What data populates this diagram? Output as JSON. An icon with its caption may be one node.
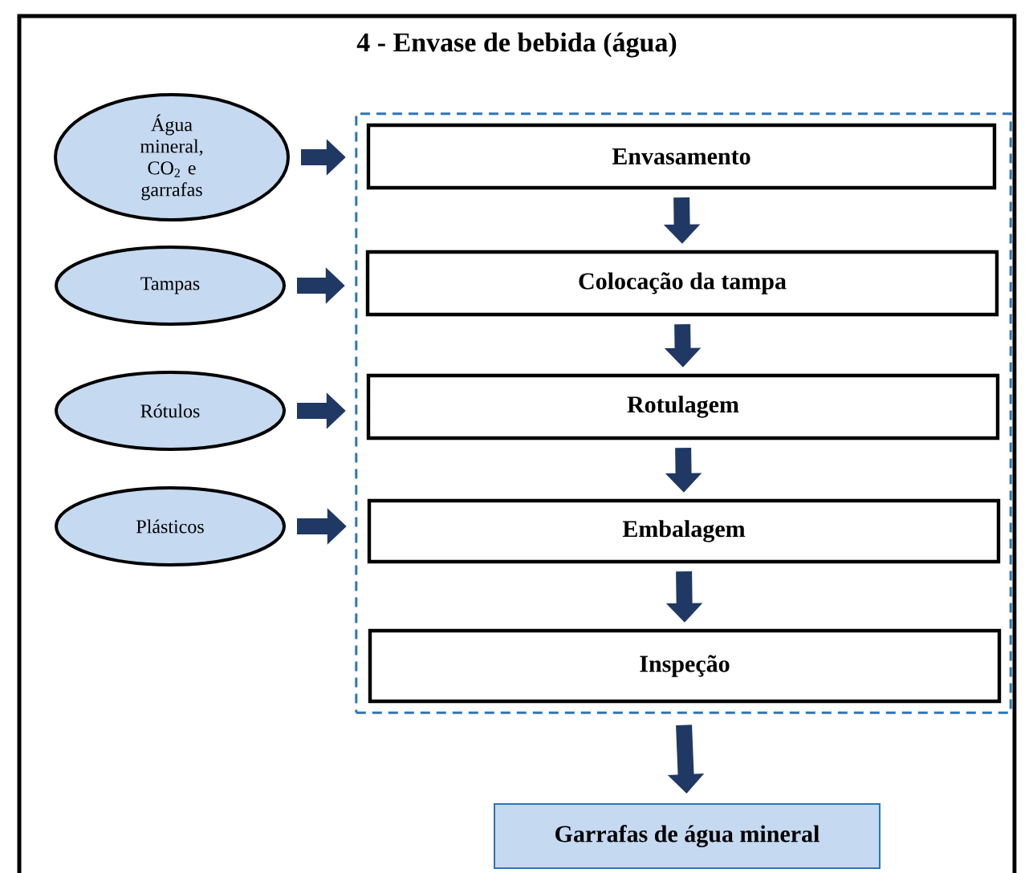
{
  "diagram": {
    "title": "4 - Envase de bebida (água)",
    "nodes": [
      {
        "text": [],
        "shape": "box"
      },
      {
        "text": [
          "Envasamento"
        ],
        "in": 0
      },
      {
        "text": [
          "Colocação da tampa"
        ],
        "in": 0
      },
      {
        "text": [
          "Rotulagem"
        ],
        "in": 0
      },
      {
        "text": [
          "Embalagem"
        ],
        "in": 0
      },
      {
        "text": [
          "Inspeção"
        ],
        "in": 0
      },
      {
        "text": [
          "Água mineral, CO$_{2}$ e garrafas"
        ]
      },
      {
        "text": [
          "Tampas"
        ]
      },
      {
        "text": [
          "Rótulos"
        ]
      },
      {
        "text": [
          "Plásticos"
        ]
      },
      {
        "text": [
          "Garrafas de água mineral"
        ]
      }
    ],
    "edges": [
      {
        "from": 6,
        "to": 1,
        "arrow": "to"
      },
      {
        "from": 7,
        "to": 2,
        "arrow": "to"
      },
      {
        "from": 8,
        "to": 3,
        "arrow": "to"
      },
      {
        "from": 9,
        "to": 4,
        "arrow": "to"
      },
      {
        "from": 1,
        "to": 2,
        "arrow": "to"
      },
      {
        "from": 2,
        "to": 3,
        "arrow": "to"
      },
      {
        "from": 3,
        "to": 4,
        "arrow": "to"
      },
      {
        "from": 4,
        "to": 5,
        "arrow": "to"
      },
      {
        "from": 0,
        "to": 10,
        "arrow": "to"
      }
    ]
  }
}
